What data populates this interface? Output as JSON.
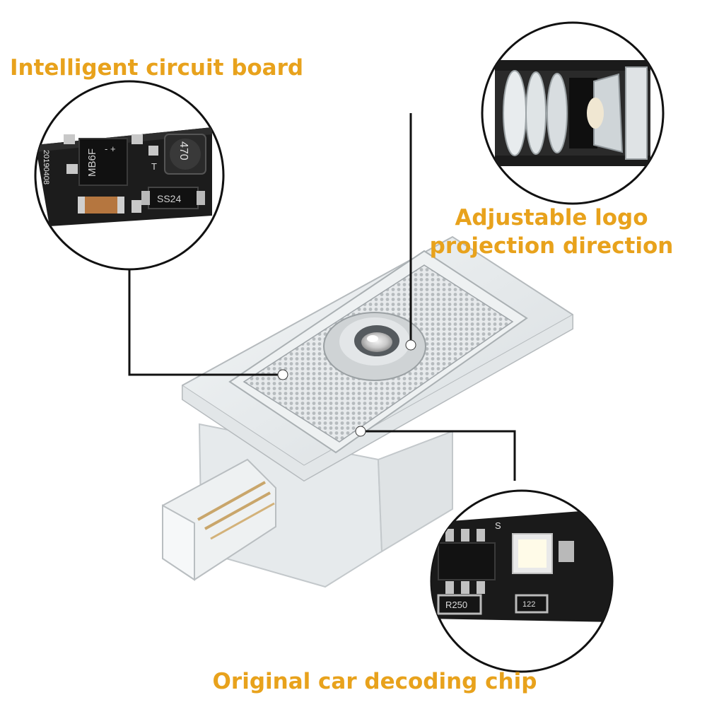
{
  "labels": {
    "circuit_board": "Intelligent circuit board",
    "projection": "Adjustable logo projection direction",
    "decoding_chip": "Original car decoding chip"
  },
  "board_markings": {
    "rectifier": "MB6F",
    "rectifier_sign": "- +",
    "inductor": "470",
    "diode": "SS24",
    "edge_code": "20190408",
    "pad": "T"
  },
  "chip_markings": {
    "resistor": "R250",
    "code": "122",
    "edge": "S"
  }
}
